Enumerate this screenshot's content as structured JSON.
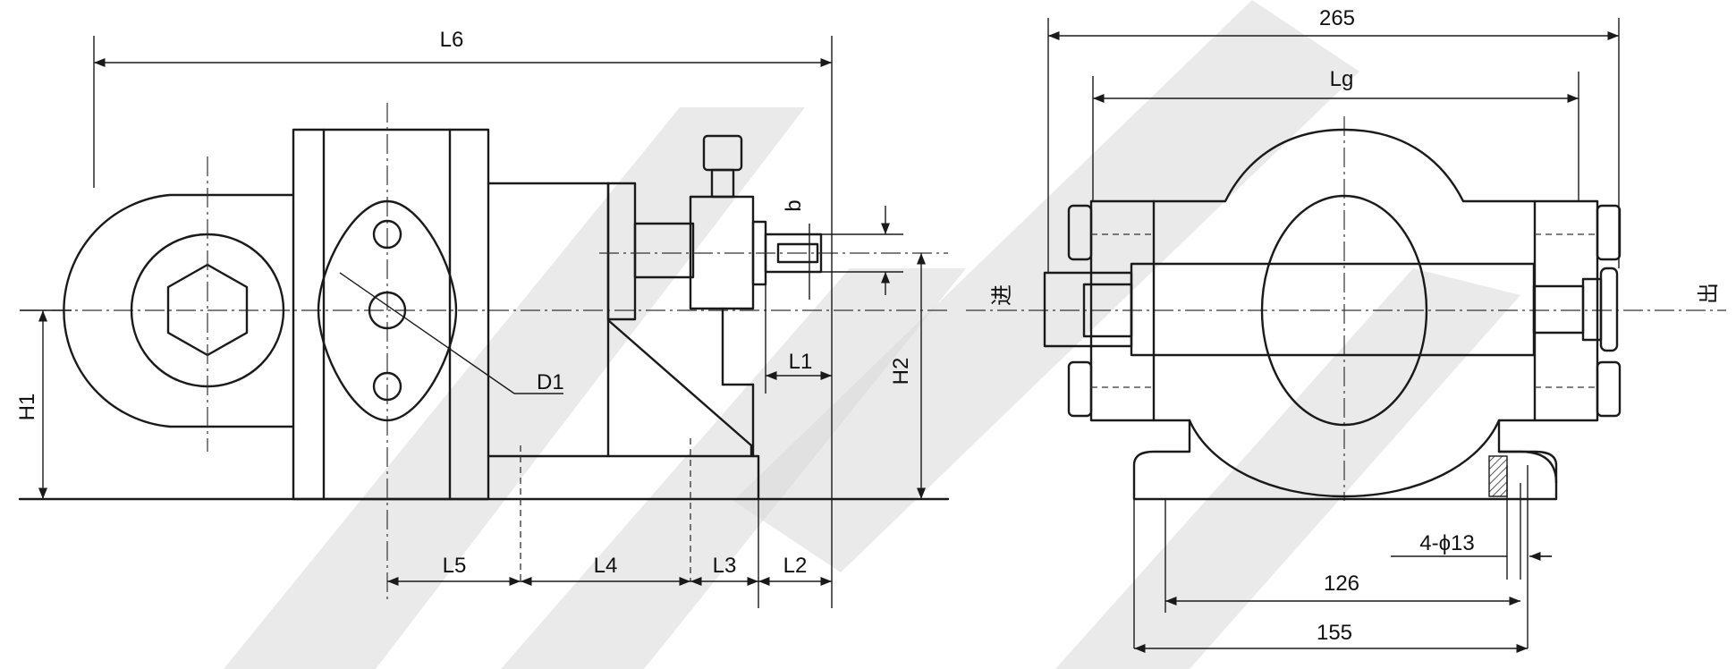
{
  "side_view": {
    "labels": {
      "L6": "L6",
      "L5": "L5",
      "L4": "L4",
      "L3": "L3",
      "L2": "L2",
      "L1": "L1",
      "H1": "H1",
      "H2": "H2",
      "D1": "D1",
      "b": "b"
    }
  },
  "front_view": {
    "labels": {
      "width": "265",
      "Lg": "Lg",
      "inlet": "进",
      "outlet": "出",
      "holes": "4-ϕ13",
      "base_inner": "126",
      "base_outer": "155"
    }
  },
  "colors": {
    "line": "#1a1a1a",
    "watermark": "#d9d9d9",
    "background": "#ffffff"
  }
}
